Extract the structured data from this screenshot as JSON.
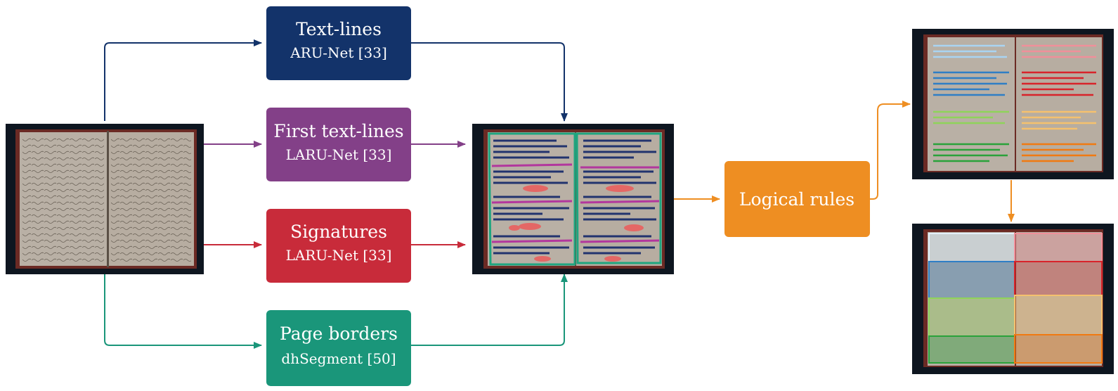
{
  "colors": {
    "navy": "#13336a",
    "purple": "#834088",
    "red": "#c82b3a",
    "teal": "#1a967a",
    "orange": "#ee8e22",
    "page_bg": "#0e1620",
    "paper": "#b9b0a5"
  },
  "boxes": {
    "textlines": {
      "title": "Text-lines",
      "model": "ARU-Net [33]"
    },
    "first_textlines": {
      "title": "First text-lines",
      "model": "LARU-Net [33]"
    },
    "signatures": {
      "title": "Signatures",
      "model": "LARU-Net [33]"
    },
    "page_borders": {
      "title": "Page borders",
      "model": "dhSegment [50]"
    },
    "logical_rules": {
      "title": "Logical rules"
    }
  }
}
